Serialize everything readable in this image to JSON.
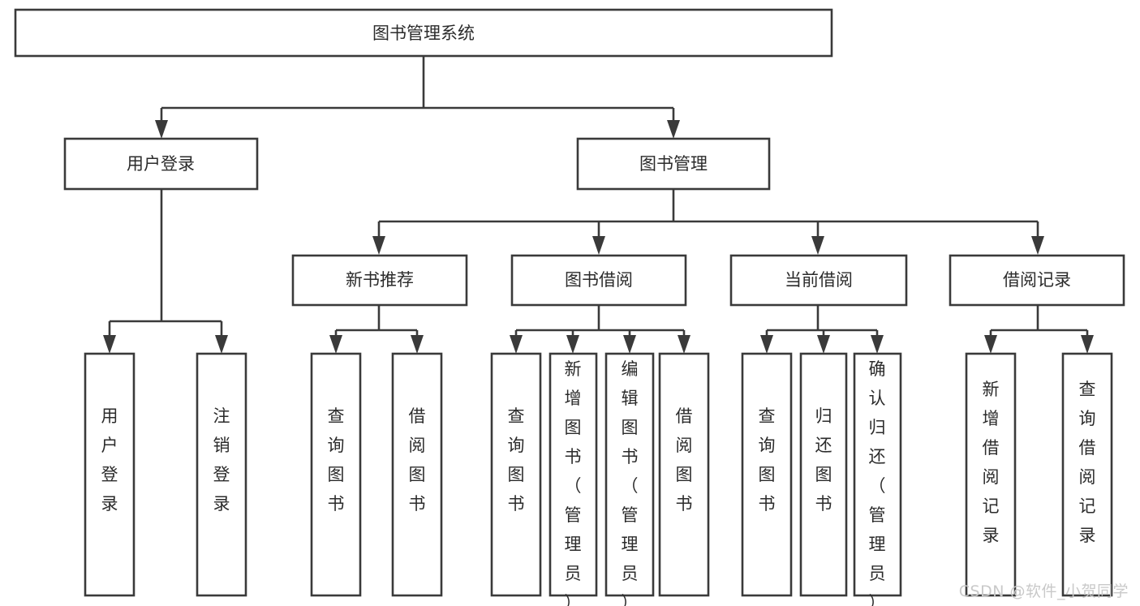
{
  "diagram": {
    "type": "tree-hierarchy-chart",
    "title": "图书管理系统",
    "watermark": "CSDN @软件_小贺同学",
    "colors": {
      "stroke": "#3a3a3a",
      "fill": "#ffffff",
      "text": "#2b2b2b",
      "background": "#ffffff",
      "watermark": "#c9c9c9"
    },
    "levels": {
      "root": {
        "label": "图书管理系统"
      },
      "level2": [
        {
          "id": "user-login",
          "label": "用户登录"
        },
        {
          "id": "book-management",
          "label": "图书管理"
        }
      ],
      "level3": [
        {
          "id": "new-book-recommend",
          "label": "新书推荐",
          "parent": "book-management"
        },
        {
          "id": "book-borrow",
          "label": "图书借阅",
          "parent": "book-management"
        },
        {
          "id": "current-borrow",
          "label": "当前借阅",
          "parent": "book-management"
        },
        {
          "id": "borrow-record",
          "label": "借阅记录",
          "parent": "book-management"
        }
      ],
      "leaves": [
        {
          "id": "leaf-user-login",
          "label": "用户登录",
          "parent": "user-login"
        },
        {
          "id": "leaf-logout-login",
          "label": "注销登录",
          "parent": "user-login"
        },
        {
          "id": "leaf-query-book-1",
          "label": "查询图书",
          "parent": "new-book-recommend"
        },
        {
          "id": "leaf-borrow-book-1",
          "label": "借阅图书",
          "parent": "new-book-recommend"
        },
        {
          "id": "leaf-query-book-2",
          "label": "查询图书",
          "parent": "book-borrow"
        },
        {
          "id": "leaf-add-book",
          "label": "新增图书（管理员）",
          "parent": "book-borrow"
        },
        {
          "id": "leaf-edit-book",
          "label": "编辑图书（管理员）",
          "parent": "book-borrow"
        },
        {
          "id": "leaf-borrow-book-2",
          "label": "借阅图书",
          "parent": "book-borrow"
        },
        {
          "id": "leaf-query-book-3",
          "label": "查询图书",
          "parent": "current-borrow"
        },
        {
          "id": "leaf-return-book",
          "label": "归还图书",
          "parent": "current-borrow"
        },
        {
          "id": "leaf-confirm-return",
          "label": "确认归还（管理员）",
          "parent": "current-borrow"
        },
        {
          "id": "leaf-add-record",
          "label": "新增借阅记录",
          "parent": "borrow-record"
        },
        {
          "id": "leaf-query-record",
          "label": "查询借阅记录",
          "parent": "borrow-record"
        }
      ]
    }
  }
}
